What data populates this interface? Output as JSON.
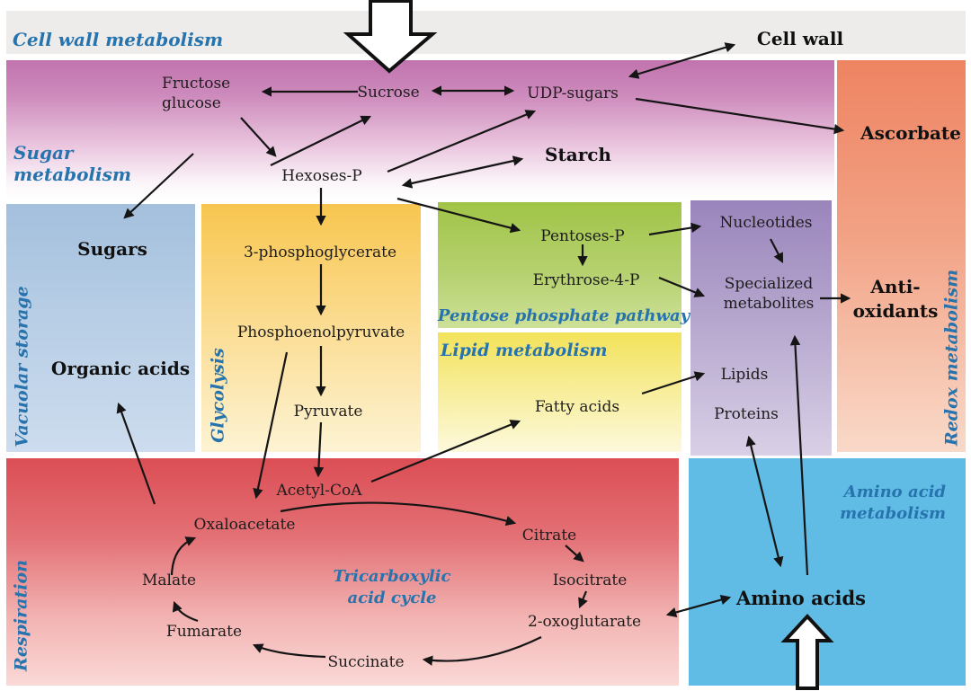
{
  "title": "Plant metabolism overview diagram",
  "colors": {
    "label_accent_blue": "#2673ae",
    "node_text": "#1e1c1c",
    "graybar": "#edecea",
    "sugar_metabolism_top": "#c173ae",
    "vacuolar_storage_top": "#a4c0dd",
    "glycolysis_top": "#f8c64f",
    "pentose_pathway_top": "#a0c447",
    "lipid_metabolism_top": "#f3e25a",
    "purple_panel_top": "#9a85bc",
    "redox_metabolism_top": "#ee8462",
    "respiration_top": "#db4e54",
    "amino_acid_panel": "#60bce5"
  },
  "regions": {
    "cell_wall_metabolism": {
      "label": "Cell wall metabolism"
    },
    "sugar_metabolism": {
      "label_line1": "Sugar",
      "label_line2": "metabolism"
    },
    "vacuolar_storage": {
      "label": "Vacuolar storage"
    },
    "glycolysis": {
      "label": "Glycolysis"
    },
    "pentose_phosphate_pathway": {
      "label": "Pentose phosphate pathway"
    },
    "lipid_metabolism": {
      "label": "Lipid metabolism"
    },
    "redox_metabolism": {
      "label": "Redox metabolism"
    },
    "respiration": {
      "label": "Respiration"
    },
    "tricarboxylic_acid_cycle": {
      "label_line1": "Tricarboxylic",
      "label_line2": "acid cycle"
    },
    "amino_acid_metabolism": {
      "label_line1": "Amino acid",
      "label_line2": "metabolism"
    }
  },
  "nodes": {
    "cell_wall": "Cell wall",
    "fructose": "Fructose",
    "glucose": "glucose",
    "sucrose": "Sucrose",
    "udp_sugars": "UDP-sugars",
    "starch": "Starch",
    "ascorbate": "Ascorbate",
    "hexoses_p": "Hexoses-P",
    "sugars": "Sugars",
    "organic_acids": "Organic acids",
    "phosphoglycerate_3": "3-phosphoglycerate",
    "phosphoenolpyruvate": "Phosphoenolpyruvate",
    "pyruvate": "Pyruvate",
    "pentoses_p": "Pentoses-P",
    "erythrose_4_p": "Erythrose-4-P",
    "fatty_acids": "Fatty acids",
    "nucleotides": "Nucleotides",
    "specialized_line1": "Specialized",
    "specialized_line2": "metabolites",
    "lipids": "Lipids",
    "proteins": "Proteins",
    "antioxidants_line1": "Anti-",
    "antioxidants_line2": "oxidants",
    "acetyl_coa": "Acetyl-CoA",
    "oxaloacetate": "Oxaloacetate",
    "malate": "Malate",
    "fumarate": "Fumarate",
    "succinate": "Succinate",
    "citrate": "Citrate",
    "isocitrate": "Isocitrate",
    "oxoglutarate_2": "2-oxoglutarate",
    "amino_acids": "Amino acids"
  },
  "edges": [
    {
      "from": "Sucrose",
      "to": "Fructose glucose",
      "style": "arrow"
    },
    {
      "from": "Sucrose",
      "to": "UDP-sugars",
      "style": "double"
    },
    {
      "from": "Fructose glucose",
      "to": "Hexoses-P",
      "style": "arrow"
    },
    {
      "from": "Hexoses-P",
      "to": "Sucrose",
      "style": "arrow"
    },
    {
      "from": "UDP-sugars",
      "to": "Cell wall",
      "style": "double"
    },
    {
      "from": "UDP-sugars",
      "to": "Ascorbate",
      "style": "arrow"
    },
    {
      "from": "Hexoses-P",
      "to": "UDP-sugars",
      "style": "arrow"
    },
    {
      "from": "Hexoses-P",
      "to": "Starch",
      "style": "double"
    },
    {
      "from": "Hexoses-P",
      "to": "Pentoses-P",
      "style": "arrow"
    },
    {
      "from": "Hexoses-P",
      "to": "3-phosphoglycerate",
      "style": "arrow"
    },
    {
      "from": "Sugar metabolism",
      "to": "Sugars",
      "style": "arrow"
    },
    {
      "from": "3-phosphoglycerate",
      "to": "Phosphoenolpyruvate",
      "style": "arrow"
    },
    {
      "from": "Phosphoenolpyruvate",
      "to": "Pyruvate",
      "style": "arrow"
    },
    {
      "from": "Pyruvate",
      "to": "Acetyl-CoA",
      "style": "arrow"
    },
    {
      "from": "Phosphoenolpyruvate",
      "to": "Oxaloacetate",
      "style": "arrow"
    },
    {
      "from": "Pentoses-P",
      "to": "Erythrose-4-P",
      "style": "arrow"
    },
    {
      "from": "Pentoses-P",
      "to": "Nucleotides",
      "style": "arrow"
    },
    {
      "from": "Erythrose-4-P",
      "to": "Specialized metabolites",
      "style": "arrow"
    },
    {
      "from": "Nucleotides",
      "to": "Specialized metabolites",
      "style": "arrow"
    },
    {
      "from": "Acetyl-CoA",
      "to": "Fatty acids",
      "style": "arrow"
    },
    {
      "from": "Fatty acids",
      "to": "Lipids",
      "style": "arrow"
    },
    {
      "from": "Specialized metabolites",
      "to": "Anti-oxidants",
      "style": "arrow"
    },
    {
      "from": "Amino acids",
      "to": "Specialized metabolites",
      "style": "arrow"
    },
    {
      "from": "Amino acids",
      "to": "Proteins",
      "style": "double"
    },
    {
      "from": "Acetyl-CoA",
      "to": "Citrate",
      "style": "arrow"
    },
    {
      "from": "Citrate",
      "to": "Isocitrate",
      "style": "arrow"
    },
    {
      "from": "Isocitrate",
      "to": "2-oxoglutarate",
      "style": "arrow"
    },
    {
      "from": "2-oxoglutarate",
      "to": "Succinate",
      "style": "arrow"
    },
    {
      "from": "Succinate",
      "to": "Fumarate",
      "style": "arrow"
    },
    {
      "from": "Fumarate",
      "to": "Malate",
      "style": "arrow"
    },
    {
      "from": "Malate",
      "to": "Oxaloacetate",
      "style": "arrow"
    },
    {
      "from": "Oxaloacetate",
      "to": "Organic acids",
      "style": "arrow"
    },
    {
      "from": "2-oxoglutarate",
      "to": "Amino acids",
      "style": "double"
    },
    {
      "from": "external-input-top",
      "to": "Sucrose",
      "style": "block-arrow"
    },
    {
      "from": "external-input-bottom",
      "to": "Amino acids",
      "style": "block-arrow"
    }
  ]
}
